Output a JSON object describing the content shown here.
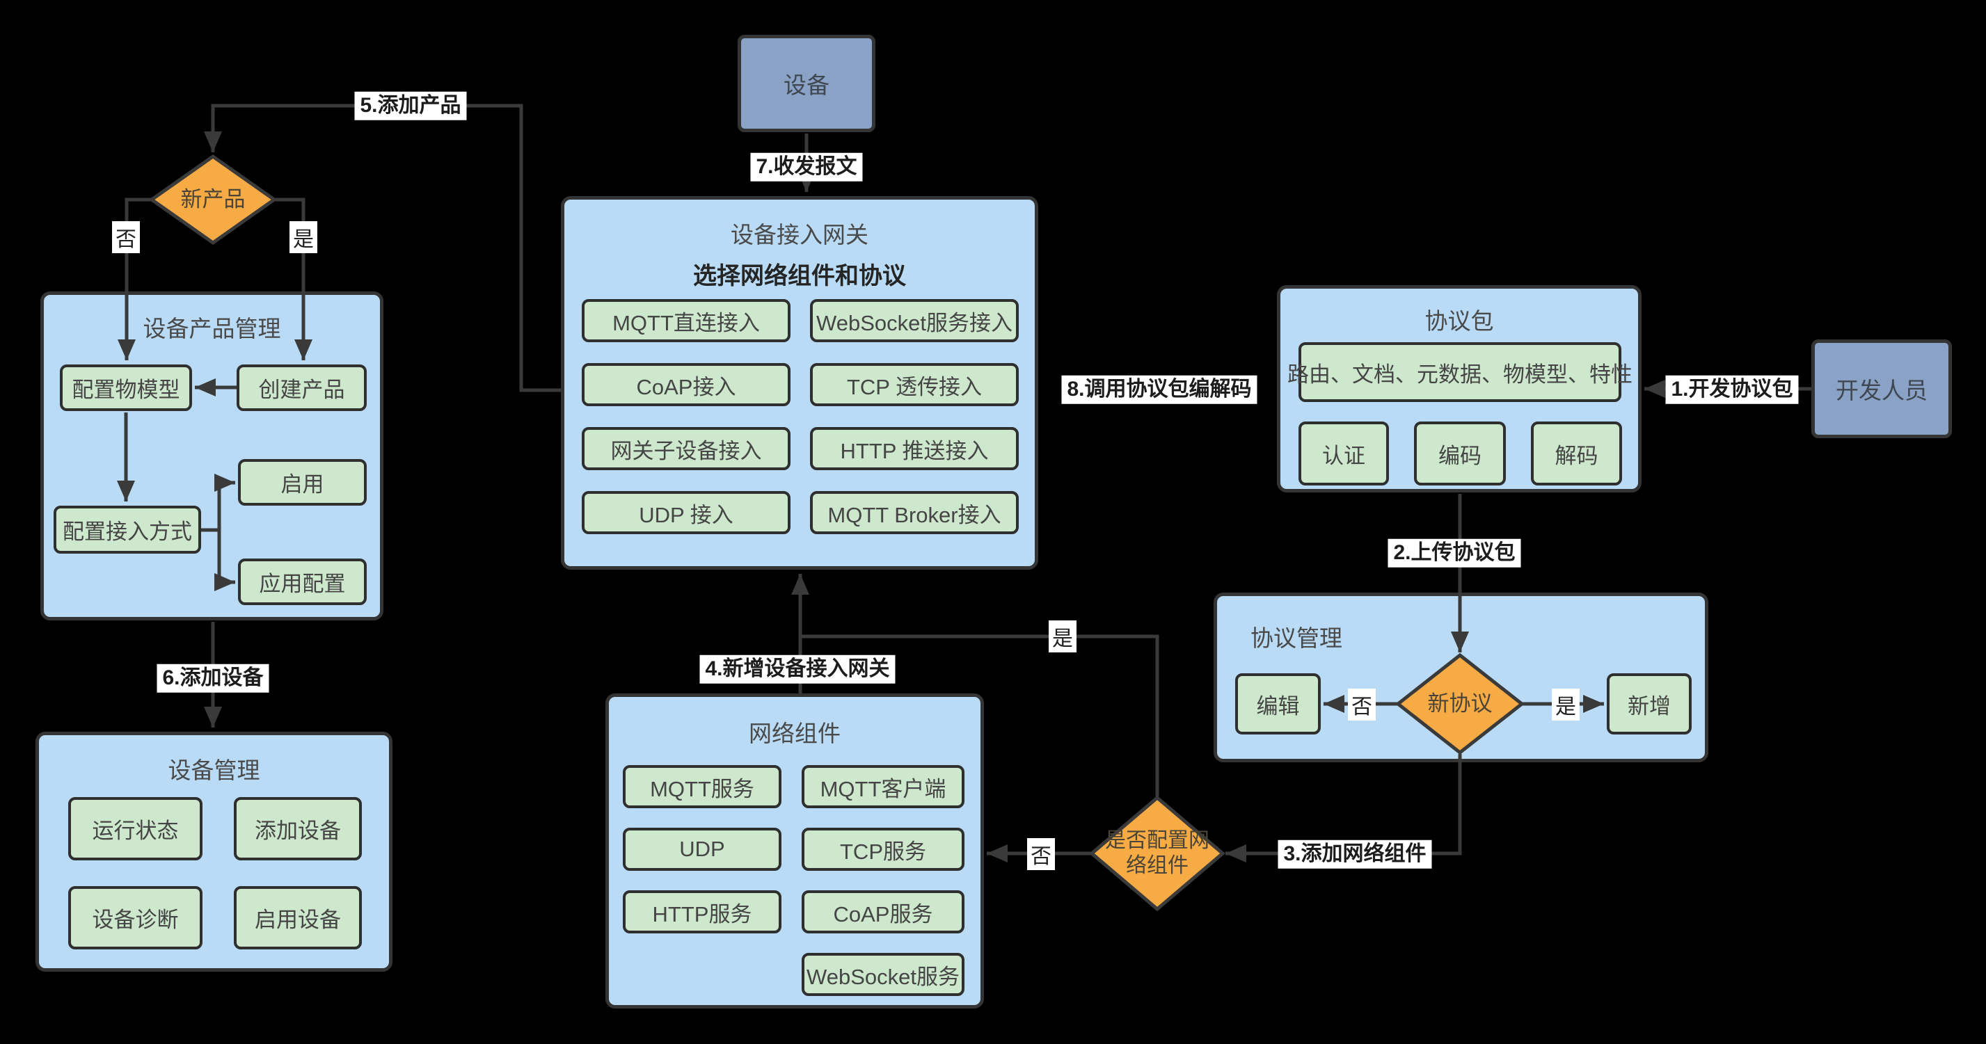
{
  "canvas": {
    "background": "#000000"
  },
  "palette": {
    "container_blue": "#b9dbf5",
    "node_green": "#cde8cc",
    "accent_orange": "#f7ab45",
    "steel_blue": "#8aa2c6",
    "line_dark": "#3a3a3a",
    "label_bg": "#ffffff"
  },
  "device": {
    "label": "设备"
  },
  "gateway": {
    "title": "设备接入网关",
    "subtitle": "选择网络组件和协议",
    "buttons": [
      "MQTT直连接入",
      "WebSocket服务接入",
      "CoAP接入",
      "TCP 透传接入",
      "网关子设备接入",
      "HTTP 推送接入",
      "UDP 接入",
      "MQTT Broker接入"
    ]
  },
  "new_product": {
    "label": "新产品",
    "no": "否",
    "yes": "是"
  },
  "product_mgmt": {
    "title": "设备产品管理",
    "config_model": "配置物模型",
    "create_product": "创建产品",
    "config_access": "配置接入方式",
    "enable": "启用",
    "app_config": "应用配置"
  },
  "device_mgmt": {
    "title": "设备管理",
    "buttons": [
      "运行状态",
      "添加设备",
      "设备诊断",
      "启用设备"
    ]
  },
  "protocol_pkg": {
    "title": "协议包",
    "capabilities": "路由、文档、元数据、物模型、特性",
    "buttons": [
      "认证",
      "编码",
      "解码"
    ]
  },
  "developer": {
    "label": "开发人员"
  },
  "protocol_mgmt": {
    "title": "协议管理",
    "edit": "编辑",
    "decision": "新协议",
    "add": "新增",
    "no": "否",
    "yes": "是"
  },
  "network": {
    "title": "网络组件",
    "buttons": [
      "MQTT服务",
      "MQTT客户端",
      "UDP",
      "TCP服务",
      "HTTP服务",
      "CoAP服务",
      "WebSocket服务"
    ]
  },
  "network_decision": {
    "label": "是否配置网络组件",
    "no": "否",
    "yes": "是"
  },
  "edges": {
    "e1": "1.开发协议包",
    "e2": "2.上传协议包",
    "e3": "3.添加网络组件",
    "e4": "4.新增设备接入网关",
    "e5": "5.添加产品",
    "e6": "6.添加设备",
    "e7": "7.收发报文",
    "e8": "8.调用协议包编解码"
  }
}
